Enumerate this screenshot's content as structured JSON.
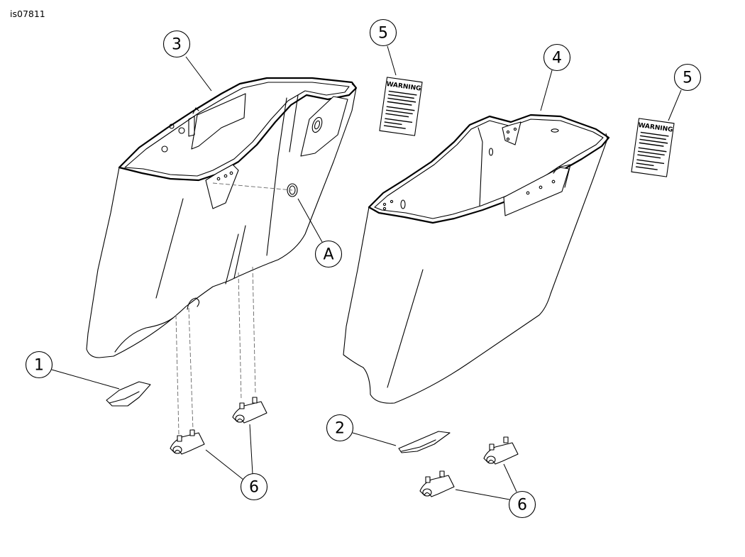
{
  "figure_id": "is07811",
  "callouts": {
    "c1": "1",
    "c2": "2",
    "c3": "3",
    "c4": "4",
    "c5a": "5",
    "c5b": "5",
    "c6a": "6",
    "c6b": "6",
    "cA": "A"
  },
  "labels": {
    "warning_left": "WARNING",
    "warning_right": "WARNING"
  }
}
